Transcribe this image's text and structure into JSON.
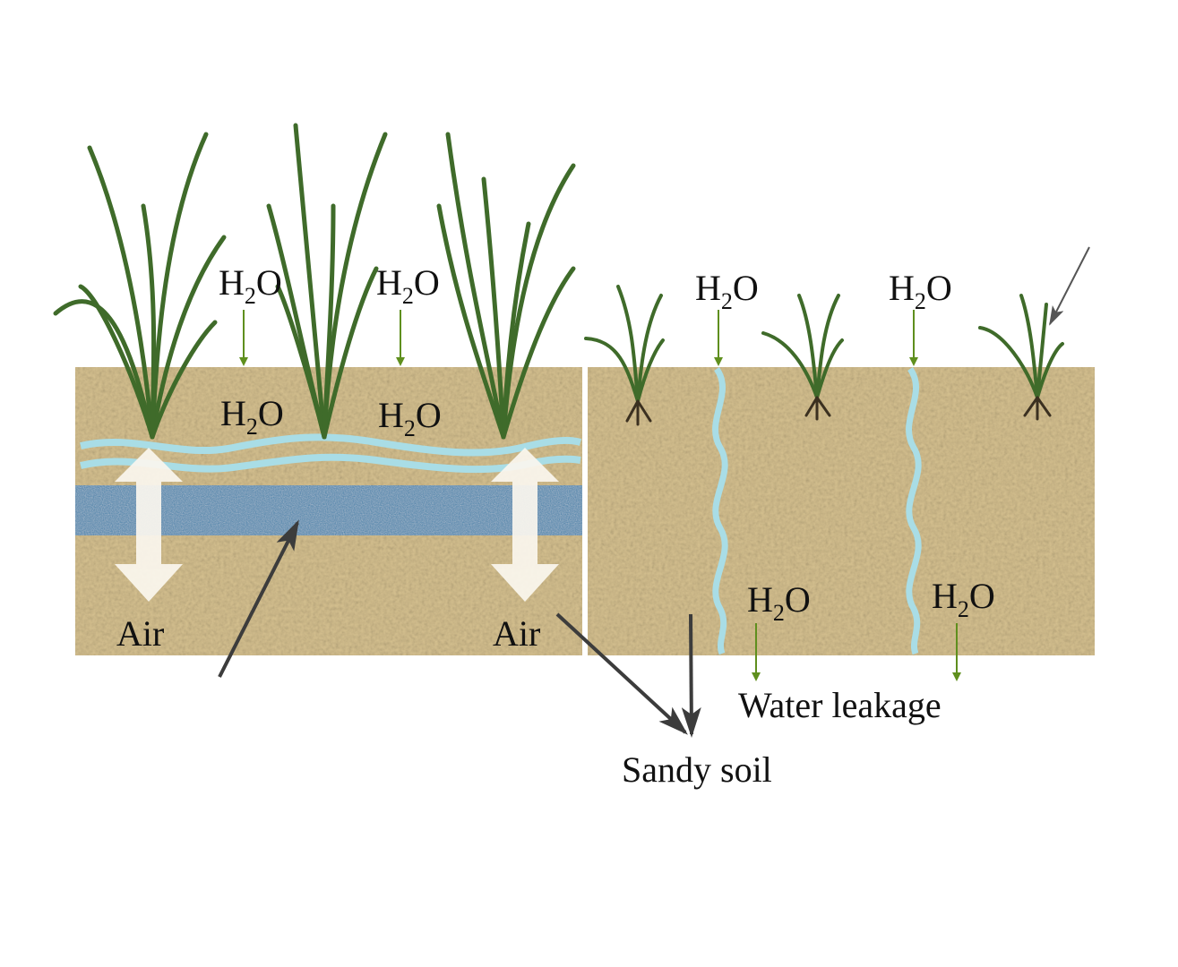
{
  "labels": {
    "h2o": {
      "h": "H",
      "sub": "2",
      "o": "O"
    },
    "air": "Air",
    "sandy_soil": "Sandy soil",
    "water_leakage": "Water leakage"
  },
  "colors": {
    "sand": "#d6c190",
    "sand_dark": "#b49a66",
    "clay_layer": "#3f7fa8",
    "water_film": "#a9dde6",
    "air_arrow": "#fbf7ef",
    "water_arrow": "#5f8f1e",
    "pointer": "#3c3c3c",
    "grass": "#3f6b2a"
  }
}
